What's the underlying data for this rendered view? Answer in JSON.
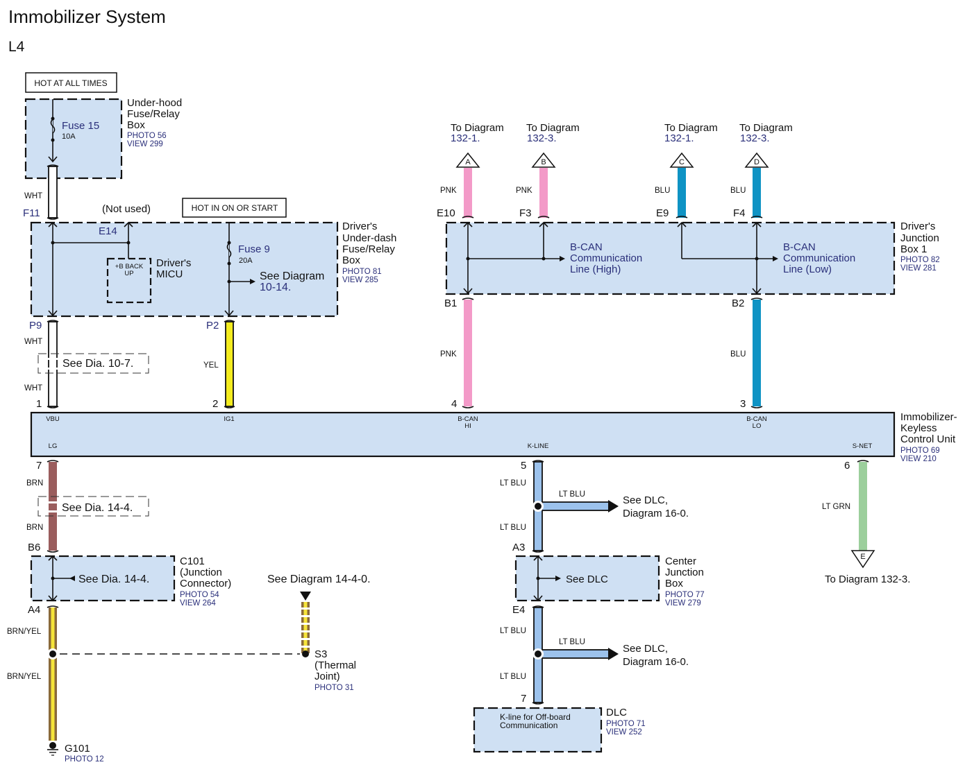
{
  "header": {
    "title": "Immobilizer System",
    "subtitle": "L4"
  },
  "colors": {
    "box_fill": "#cfe0f3",
    "label_blue": "#2a2f7a",
    "wire_wht": "#ffffff",
    "wire_yel": "#f4ec1e",
    "wire_pnk": "#f39ac8",
    "wire_blu": "#0f93c4",
    "wire_brn": "#9a5d5d",
    "wire_lt_blu": "#9cc2ec",
    "wire_lt_grn": "#9ccf9c",
    "wire_brn_yel_outer": "#8a6a3a",
    "wire_brn_yel_inner": "#f6e43a"
  },
  "power_labels": {
    "hot_all_times": "HOT AT ALL TIMES",
    "hot_on_start": "HOT IN ON OR START"
  },
  "components": {
    "underhood": {
      "name": [
        "Under-hood",
        "Fuse/Relay",
        "Box"
      ],
      "photo": "PHOTO 56",
      "view": "VIEW 299",
      "fuse": "Fuse 15",
      "rating": "10A"
    },
    "underdash": {
      "name": [
        "Driver's",
        "Under-dash",
        "Fuse/Relay",
        "Box"
      ],
      "photo": "PHOTO 81",
      "view": "VIEW 285",
      "fuse": "Fuse 9",
      "rating": "20A",
      "see": [
        "See Diagram",
        "10-14."
      ]
    },
    "micu": {
      "name": [
        "Driver's",
        "MICU"
      ],
      "terminal": [
        "+B BACK",
        "UP"
      ],
      "not_used": "(Not used)"
    },
    "junction1": {
      "name": [
        "Driver's",
        "Junction",
        "Box 1"
      ],
      "photo": "PHOTO 82",
      "view": "VIEW 281",
      "can_high": [
        "B-CAN",
        "Communication",
        "Line (High)"
      ],
      "can_low": [
        "B-CAN",
        "Communication",
        "Line (Low)"
      ]
    },
    "ecu": {
      "name": [
        "Immobilizer-",
        "Keyless",
        "Control Unit"
      ],
      "photo": "PHOTO 69",
      "view": "VIEW 210",
      "terminals": {
        "vbu": "VBU",
        "ig1": "IG1",
        "bcan_hi": [
          "B-CAN",
          "HI"
        ],
        "bcan_lo": [
          "B-CAN",
          "LO"
        ],
        "lg": "LG",
        "kline": "K-LINE",
        "snet": "S-NET"
      }
    },
    "c101": {
      "name": [
        "C101",
        "(Junction",
        "Connector)"
      ],
      "photo": "PHOTO 54",
      "view": "VIEW 264",
      "see": "See Dia. 14-4."
    },
    "center_jb": {
      "name": [
        "Center",
        "Junction",
        "Box"
      ],
      "photo": "PHOTO 77",
      "view": "VIEW 279",
      "see": "See DLC"
    },
    "dlc": {
      "name": "DLC",
      "photo": "PHOTO 71",
      "view": "VIEW 252",
      "desc": [
        "K-line for Off-board",
        "Communication"
      ]
    },
    "s3": {
      "name": [
        "S3",
        "(Thermal",
        "Joint)"
      ],
      "photo": "PHOTO 31",
      "see": "See Diagram 14-4-0."
    },
    "g101": {
      "name": "G101",
      "photo": "PHOTO 12"
    }
  },
  "connectors": {
    "f11": "F11",
    "e14": "E14",
    "p9": "P9",
    "p2": "P2",
    "e10": "E10",
    "f3": "F3",
    "e9": "E9",
    "f4": "F4",
    "b1": "B1",
    "b2": "B2",
    "pin1": "1",
    "pin2": "2",
    "pin4": "4",
    "pin3": "3",
    "pin7": "7",
    "pin5": "5",
    "pin6": "6",
    "b6": "B6",
    "a4": "A4",
    "a3": "A3",
    "e4": "E4",
    "dlc7": "7"
  },
  "wires": {
    "wht": "WHT",
    "yel": "YEL",
    "pnk": "PNK",
    "blu": "BLU",
    "brn": "BRN",
    "lt_blu": "LT BLU",
    "lt_grn": "LT GRN",
    "brn_yel": "BRN/YEL"
  },
  "references": {
    "see_dia_10_7": "See Dia. 10-7.",
    "see_dia_14_4": "See Dia. 14-4.",
    "to_diagram": "To Diagram",
    "a": {
      "letter": "A",
      "ref": "132-1."
    },
    "b": {
      "letter": "B",
      "ref": "132-3."
    },
    "c": {
      "letter": "C",
      "ref": "132-1."
    },
    "d": {
      "letter": "D",
      "ref": "132-3."
    },
    "e": {
      "letter": "E",
      "text": "To Diagram 132-3."
    },
    "see_dlc": [
      "See DLC,",
      "Diagram 16-0."
    ]
  }
}
